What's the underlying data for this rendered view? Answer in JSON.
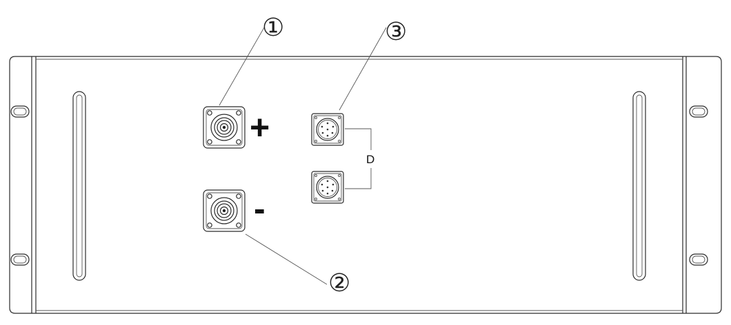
{
  "callouts": {
    "c1": "①",
    "c2": "②",
    "c3": "③"
  },
  "polarity": {
    "positive": "+",
    "negative": "-"
  },
  "connector_label": "D"
}
